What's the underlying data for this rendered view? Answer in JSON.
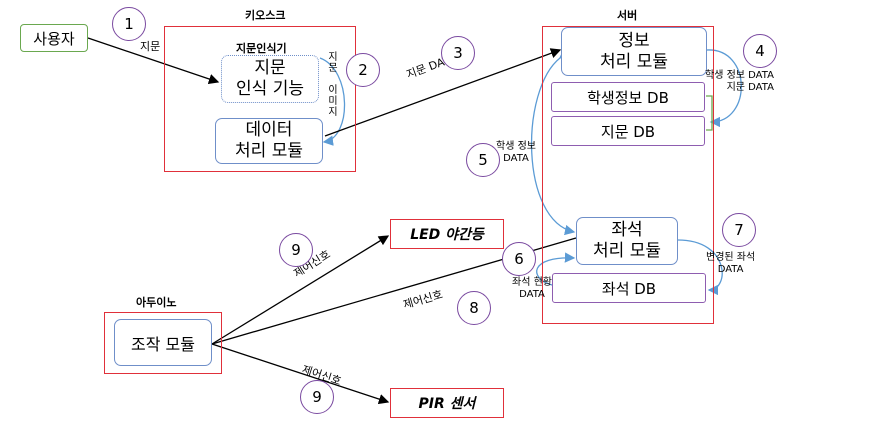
{
  "actors": {
    "user": "사용자"
  },
  "containers": {
    "kiosk": "키오스크",
    "server": "서버",
    "arduino": "아두이노"
  },
  "kiosk": {
    "fingerprint_reader": "지문인식기",
    "fp_module": "지문\n인식 기능",
    "data_module": "데이터\n처리 모듈"
  },
  "server": {
    "info_module": "정보\n처리 모듈",
    "student_db": "학생정보 DB",
    "fp_db": "지문 DB",
    "seat_module": "좌석\n처리 모듈",
    "seat_db": "좌석 DB"
  },
  "arduino": {
    "control_module": "조작 모듈"
  },
  "devices": {
    "led": "LED 야간등",
    "pir": "PIR 센서"
  },
  "labels": {
    "fingerprint": "지문",
    "fp_image": "지\n문\n\n이\n미\n지",
    "fp_data": "지문 DATA",
    "student_fp_data": "학생 정보 DATA\n지문 DATA",
    "student_data": "학생 정보\nDATA",
    "changed_seat": "변경된 좌석\nDATA",
    "seat_status": "좌석 현황\nDATA",
    "control_signal_led": "제어신호",
    "control_signal_seat": "제어신호",
    "control_signal_pir": "제어신호"
  },
  "steps": {
    "s1": "1",
    "s2": "2",
    "s3": "3",
    "s4": "4",
    "s5": "5",
    "s6": "6",
    "s7": "7",
    "s8": "8",
    "s9a": "9",
    "s9b": "9"
  },
  "colors": {
    "box_red": "#e0303a",
    "box_blue": "#6f8fc9",
    "box_purple": "#8e5db0",
    "arrow_blue": "#5b9bd5"
  }
}
